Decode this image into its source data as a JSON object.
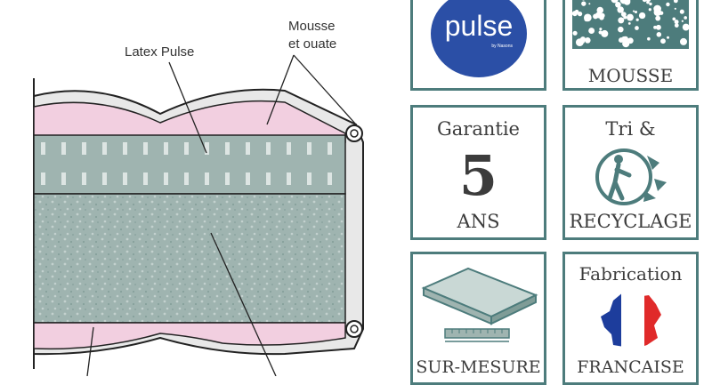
{
  "diagram": {
    "label_latex": "Latex Pulse",
    "label_mousse_line1": "Mousse",
    "label_mousse_line2": "et ouate"
  },
  "badges": {
    "pulse": {
      "logo_text": "pulse",
      "logo_small": "by Nasons",
      "logo_color": "#2b4fa6"
    },
    "mousse": {
      "label": "MOUSSE"
    },
    "garantie": {
      "line1": "Garantie",
      "number": "5",
      "line2": "ANS"
    },
    "tri": {
      "line1": "Tri &",
      "line2": "RECYCLAGE"
    },
    "sur_mesure": {
      "label": "SUR-MESURE"
    },
    "fabrication": {
      "line1": "Fabrication",
      "line2": "FRANCAISE",
      "flag_colors": [
        "#1d3d9c",
        "#ffffff",
        "#e02a2a"
      ]
    }
  },
  "colors": {
    "accent": "#4d7c7c",
    "teal_fill": "#9fb4b0",
    "pink": "#f2cfe0"
  }
}
